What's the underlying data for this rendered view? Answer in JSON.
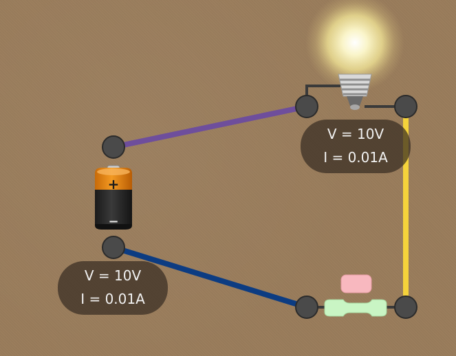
{
  "battery_readout": {
    "voltage": "V = 10V",
    "current": "I = 0.01A"
  },
  "bulb_readout": {
    "voltage": "V = 10V",
    "current": "I = 0.01A"
  },
  "battery": {
    "plus_symbol": "+",
    "minus_symbol": "−"
  },
  "colors": {
    "wire_top": "#6e4e9c",
    "wire_bottom": "#0c3c82",
    "wire_right": "#f5d33b",
    "terminal": "#4a4a4a",
    "resistor": "#c9f5c4",
    "resistor_marker": "#f8b8bf",
    "bulb_glow": "#fff5a8"
  }
}
